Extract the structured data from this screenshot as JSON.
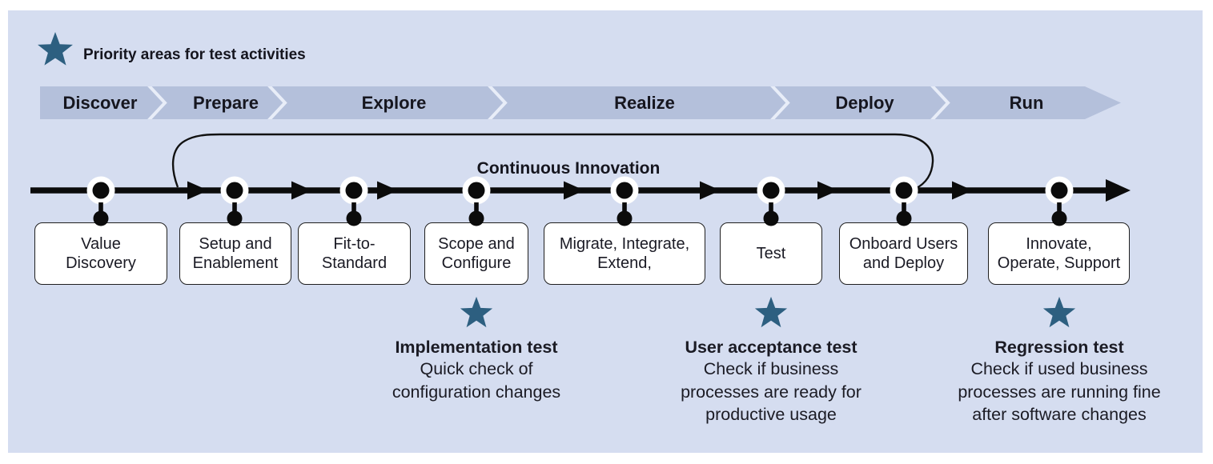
{
  "legend": {
    "icon": "star-icon",
    "label": "Priority areas for test activities"
  },
  "phases": [
    {
      "label": "Discover"
    },
    {
      "label": "Prepare"
    },
    {
      "label": "Explore"
    },
    {
      "label": "Realize"
    },
    {
      "label": "Deploy"
    },
    {
      "label": "Run"
    }
  ],
  "timeline": {
    "loop_label": "Continuous Innovation"
  },
  "milestones": [
    {
      "label": "Value\nDiscovery"
    },
    {
      "label": "Setup and\nEnablement"
    },
    {
      "label": "Fit-to-\nStandard"
    },
    {
      "label": "Scope and\nConfigure"
    },
    {
      "label": "Migrate, Integrate,\nExtend,"
    },
    {
      "label": "Test"
    },
    {
      "label": "Onboard Users\nand Deploy"
    },
    {
      "label": "Innovate,\nOperate, Support"
    }
  ],
  "tests": [
    {
      "title": "Implementation test",
      "description": "Quick check of\nconfiguration changes"
    },
    {
      "title": "User acceptance test",
      "description": "Check if business\nprocesses are ready for\nproductive usage"
    },
    {
      "title": "Regression test",
      "description": "Check if used business\nprocesses are running fine\nafter software changes"
    }
  ],
  "colors": {
    "panel_background": "#d5ddf0",
    "phase_band": "#b4c0db",
    "phase_separator": "#e8edf8",
    "star": "#2d5f80",
    "text": "#17171f",
    "timeline": "#0b0b0b",
    "box_background": "#ffffff",
    "box_border": "#1f1f1f"
  }
}
